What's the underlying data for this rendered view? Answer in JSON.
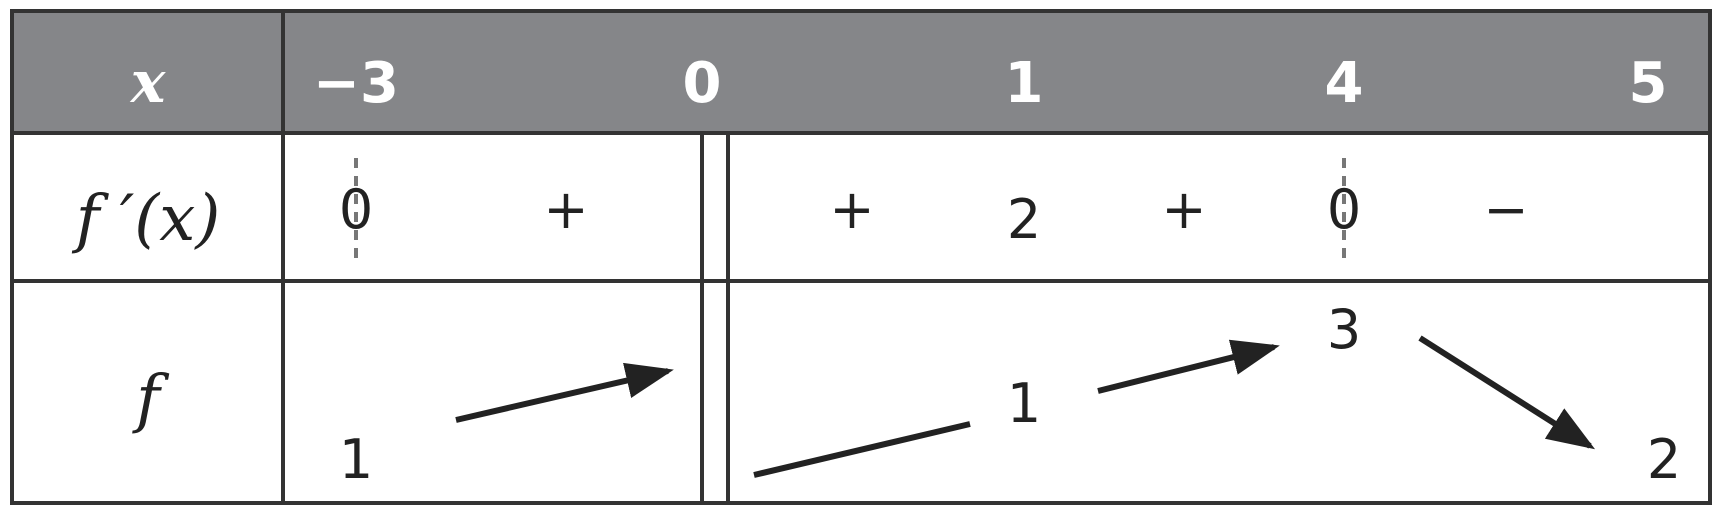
{
  "header": {
    "variable": "x",
    "values": [
      "−3",
      "0",
      "1",
      "4",
      "5"
    ]
  },
  "derivative_row": {
    "label": "f ′(x)",
    "zeros": [
      "0",
      "0"
    ],
    "signs": [
      "+",
      "+",
      "2",
      "+",
      "−"
    ]
  },
  "function_row": {
    "label": "f",
    "values": [
      "1",
      "1",
      "3",
      "2"
    ]
  },
  "colors": {
    "header_bg": "#858689",
    "border": "#333333",
    "text": "#222222",
    "dashed": "#777777"
  }
}
